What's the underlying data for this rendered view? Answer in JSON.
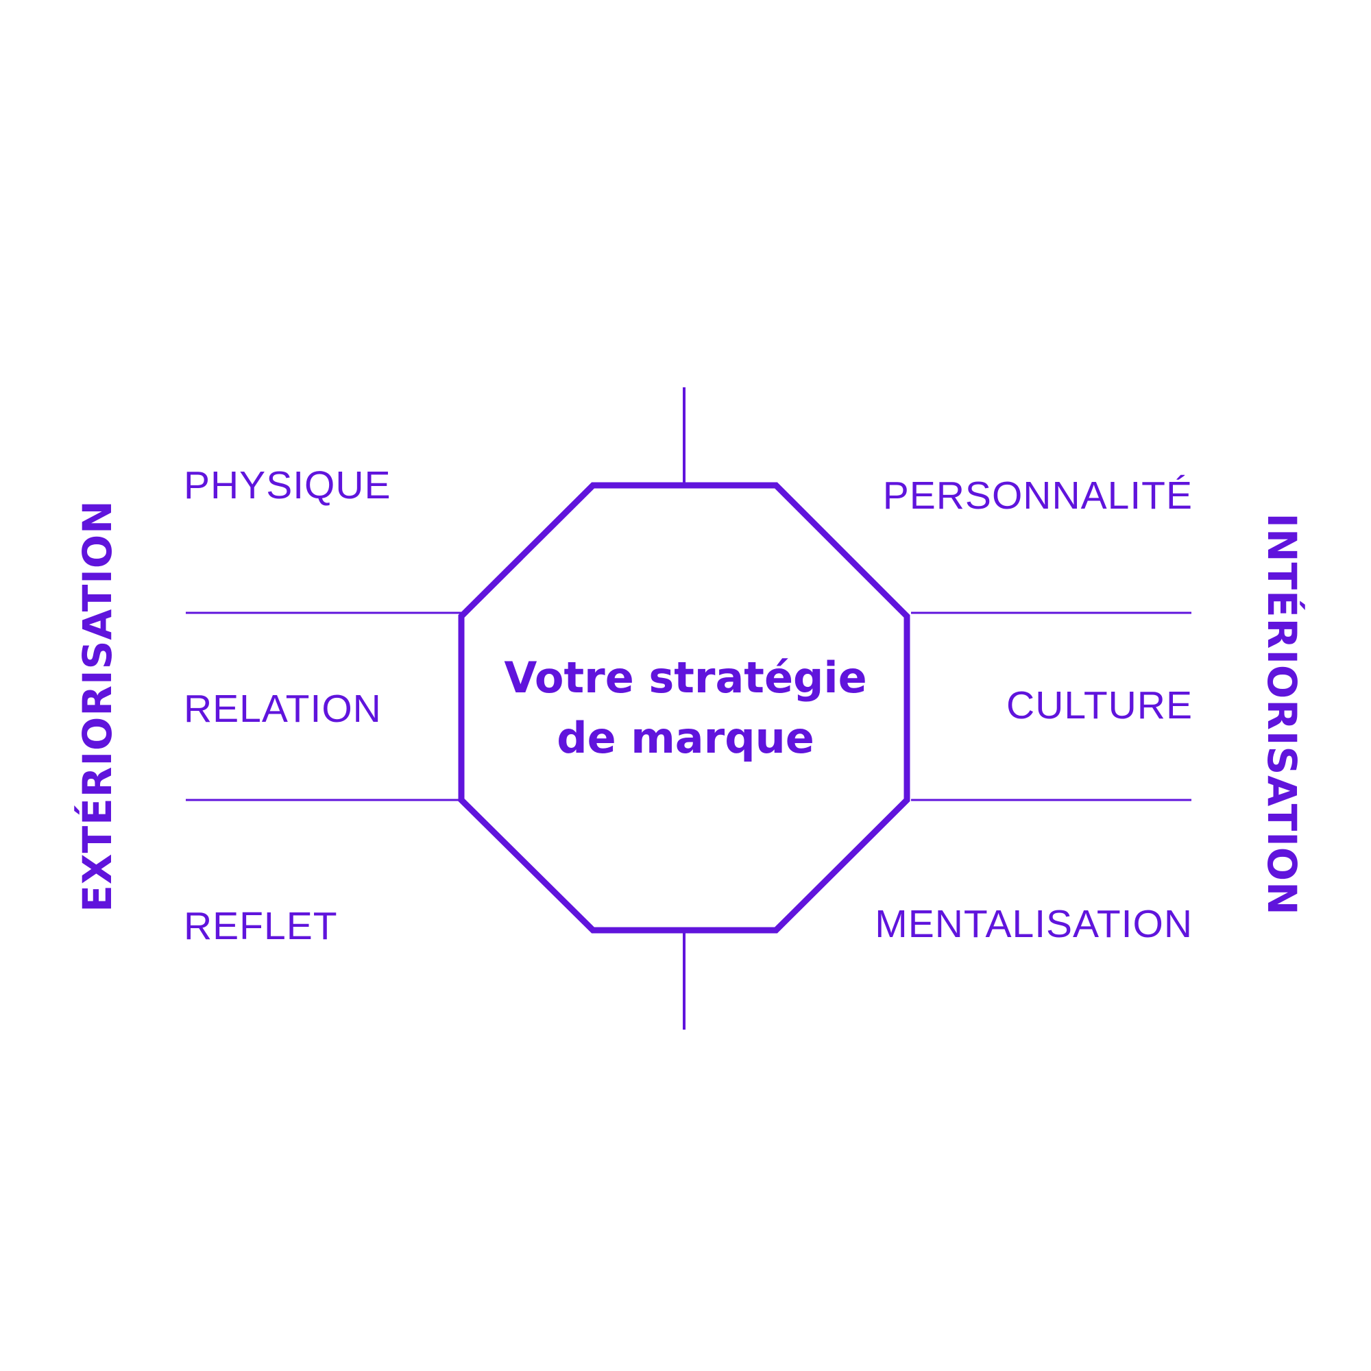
{
  "diagram": {
    "center": {
      "line1": "Votre stratégie",
      "line2": "de marque"
    },
    "left_labels": {
      "top": "PHYSIQUE",
      "middle": "RELATION",
      "bottom": "REFLET"
    },
    "right_labels": {
      "top": "PERSONNALITÉ",
      "middle": "CULTURE",
      "bottom": "MENTALISATION"
    },
    "side_labels": {
      "left": "EXTÉRIORISATION",
      "right": "INTÉRIORISATION"
    },
    "colors": {
      "accent": "#6014dc",
      "background": "#ffffff"
    }
  }
}
